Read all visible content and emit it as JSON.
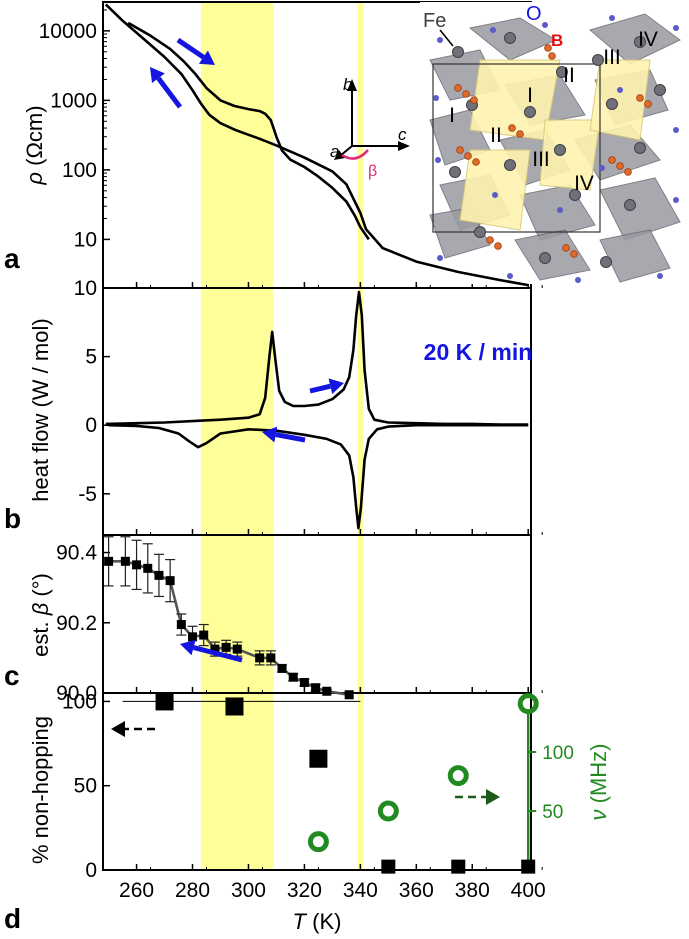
{
  "figure": {
    "x_axis": {
      "label_prefix": "T",
      "label_suffix": " (K)",
      "ticks": [
        260,
        280,
        300,
        320,
        340,
        360,
        380,
        400
      ],
      "range": [
        248,
        401
      ]
    },
    "highlight_bands": [
      {
        "from": 283,
        "to": 309
      },
      {
        "from": 339,
        "to": 341
      }
    ],
    "highlight_color": "#ffff99",
    "arrow_color": "#1515e0",
    "green": "#218a21"
  },
  "chart_data": [
    {
      "panel": "a",
      "type": "line",
      "ylabel_symbol": "ρ",
      "ylabel_unit": " (Ωcm)",
      "yscale": "log",
      "ylim": [
        2,
        26000
      ],
      "yticks": [
        "10",
        "100",
        "1000",
        "10000"
      ],
      "series": [
        {
          "values": [
            [
              249,
              24000
            ],
            [
              255,
              14000
            ],
            [
              262,
              8000
            ],
            [
              270,
              4200
            ],
            [
              276,
              2400
            ],
            [
              280,
              1400
            ],
            [
              283,
              900
            ],
            [
              286,
              620
            ],
            [
              290,
              470
            ],
            [
              295,
              380
            ],
            [
              300,
              320
            ],
            [
              305,
              270
            ],
            [
              310,
              225
            ],
            [
              320,
              150
            ],
            [
              330,
              95
            ],
            [
              335,
              62
            ],
            [
              340,
              24
            ],
            [
              342,
              14
            ],
            [
              348,
              7.5
            ],
            [
              360,
              4.8
            ],
            [
              375,
              3.4
            ],
            [
              390,
              2.6
            ],
            [
              400,
              2.2
            ]
          ]
        },
        {
          "values": [
            [
              257,
              13000
            ],
            [
              265,
              8500
            ],
            [
              272,
              5500
            ],
            [
              277,
              3600
            ],
            [
              281,
              2400
            ],
            [
              285,
              1500
            ],
            [
              290,
              1000
            ],
            [
              295,
              830
            ],
            [
              300,
              750
            ],
            [
              304,
              700
            ],
            [
              306,
              640
            ],
            [
              308,
              520
            ],
            [
              310,
              300
            ],
            [
              312,
              190
            ],
            [
              315,
              140
            ],
            [
              320,
              110
            ],
            [
              325,
              80
            ],
            [
              330,
              55
            ],
            [
              335,
              35
            ],
            [
              338,
              22
            ],
            [
              340,
              15
            ],
            [
              343,
              10
            ]
          ]
        }
      ],
      "labels": {
        "panel_letter": "a",
        "fe": "Fe",
        "o": "O",
        "b": "B",
        "axis_b": "b",
        "axis_a": "a",
        "axis_c": "c",
        "beta": "β",
        "roman": [
          "I",
          "II",
          "III",
          "IV",
          "I",
          "II",
          "III",
          "IV",
          "II",
          "III",
          "IV"
        ]
      }
    },
    {
      "panel": "b",
      "type": "line",
      "ylabel": "heat flow (W / mol)",
      "ylim": [
        -8,
        10
      ],
      "yticks": [
        -5,
        0,
        5,
        10
      ],
      "annotation": "20 K / min",
      "series": [
        {
          "values": [
            [
              249,
              0.1
            ],
            [
              260,
              0.15
            ],
            [
              270,
              0.2
            ],
            [
              280,
              0.3
            ],
            [
              290,
              0.4
            ],
            [
              300,
              0.55
            ],
            [
              304,
              0.8
            ],
            [
              306,
              2.0
            ],
            [
              307.5,
              5.0
            ],
            [
              308.5,
              6.8
            ],
            [
              309.5,
              5.0
            ],
            [
              311,
              2.5
            ],
            [
              313,
              1.7
            ],
            [
              316,
              1.4
            ],
            [
              320,
              1.4
            ],
            [
              325,
              1.5
            ],
            [
              330,
              1.9
            ],
            [
              334,
              2.6
            ],
            [
              336,
              3.5
            ],
            [
              337.5,
              5.5
            ],
            [
              338.5,
              8.0
            ],
            [
              339.5,
              9.7
            ],
            [
              340.5,
              8.0
            ],
            [
              341.5,
              4.0
            ],
            [
              343,
              1.2
            ],
            [
              345,
              0.4
            ],
            [
              350,
              0.2
            ],
            [
              360,
              0.15
            ],
            [
              370,
              0.1
            ],
            [
              380,
              0.1
            ],
            [
              390,
              0.05
            ],
            [
              400,
              0.05
            ]
          ]
        },
        {
          "values": [
            [
              250,
              0.0
            ],
            [
              260,
              -0.05
            ],
            [
              268,
              -0.2
            ],
            [
              275,
              -0.6
            ],
            [
              279,
              -1.2
            ],
            [
              282,
              -1.6
            ],
            [
              285,
              -1.3
            ],
            [
              290,
              -0.6
            ],
            [
              300,
              -0.3
            ],
            [
              310,
              -0.4
            ],
            [
              320,
              -0.7
            ],
            [
              328,
              -1.0
            ],
            [
              333,
              -1.4
            ],
            [
              336,
              -2.2
            ],
            [
              337.5,
              -3.8
            ],
            [
              338.5,
              -6.0
            ],
            [
              339.3,
              -7.5
            ],
            [
              340.2,
              -6.0
            ],
            [
              341.5,
              -2.5
            ],
            [
              343,
              -1.0
            ],
            [
              346,
              -0.3
            ],
            [
              350,
              -0.1
            ],
            [
              360,
              0.0
            ],
            [
              370,
              0.0
            ],
            [
              380,
              0.0
            ],
            [
              390,
              0.0
            ],
            [
              400,
              0.0
            ]
          ]
        }
      ],
      "labels": {
        "panel_letter": "b"
      }
    },
    {
      "panel": "c",
      "type": "scatter",
      "ylabel_prefix": "est. ",
      "ylabel_symbol": "β",
      "ylabel_unit": " (°)",
      "ylim": [
        90.0,
        90.45
      ],
      "yticks": [
        "90.0",
        "90.2",
        "90.4"
      ],
      "points": [
        [
          250,
          90.375
        ],
        [
          256,
          90.375
        ],
        [
          260,
          90.365
        ],
        [
          264,
          90.355
        ],
        [
          268,
          90.335
        ],
        [
          272,
          90.32
        ],
        [
          276,
          90.195
        ],
        [
          280,
          90.16
        ],
        [
          284,
          90.165
        ],
        [
          288,
          90.125
        ],
        [
          292,
          90.13
        ],
        [
          296,
          90.125
        ],
        [
          304,
          90.1
        ],
        [
          308,
          90.1
        ],
        [
          312,
          90.07
        ],
        [
          316,
          90.045
        ],
        [
          320,
          90.03
        ],
        [
          324,
          90.015
        ],
        [
          328,
          90.005
        ],
        [
          336,
          89.995
        ]
      ],
      "errors": [
        0.07,
        0.07,
        0.07,
        0.07,
        0.06,
        0.06,
        0.03,
        0.03,
        0.03,
        0.02,
        0.02,
        0.02,
        0.02,
        0.02,
        0.01,
        0.01,
        0.01,
        0.01,
        0.005,
        0.005
      ],
      "labels": {
        "panel_letter": "c"
      }
    },
    {
      "panel": "d",
      "type": "scatter",
      "ylabel": "% non-hopping",
      "ylim": [
        0,
        105
      ],
      "yticks": [
        0,
        50,
        100
      ],
      "right_ylabel_symbol": "ν",
      "right_ylabel_unit": " (MHz)",
      "right_ylim": [
        0,
        150
      ],
      "right_yticks": [
        50,
        100
      ],
      "series": [
        {
          "name": "% non-hopping",
          "marker": "square",
          "points": [
            [
              270,
              100
            ],
            [
              295,
              97
            ],
            [
              325,
              66
            ],
            [
              350,
              2
            ],
            [
              375,
              2
            ],
            [
              400,
              2
            ]
          ]
        },
        {
          "name": "ν",
          "marker": "circle",
          "points": [
            [
              325,
              24
            ],
            [
              350,
              50
            ],
            [
              375,
              80
            ],
            [
              400,
              141
            ]
          ]
        }
      ],
      "reference_line": {
        "y": 100,
        "from": 255,
        "to": 340
      },
      "labels": {
        "panel_letter": "d"
      }
    }
  ]
}
